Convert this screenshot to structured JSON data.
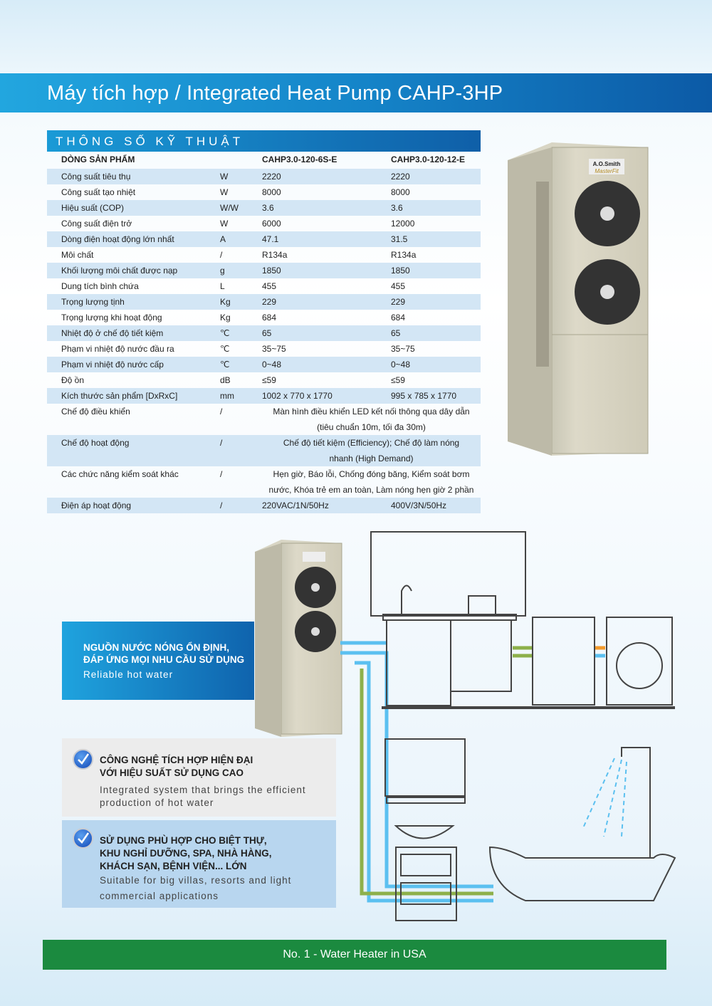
{
  "title": "Máy tích hợp / Integrated Heat Pump CAHP-3HP",
  "specs": {
    "heading": "THÔNG SỐ KỸ THUẬT",
    "header": {
      "label": "DÒNG SẢN PHẨM",
      "unit": "",
      "m1": "CAHP3.0-120-6S-E",
      "m2": "CAHP3.0-120-12-E"
    },
    "rows": [
      {
        "label": "Công suất tiêu thụ",
        "unit": "W",
        "m1": "2220",
        "m2": "2220"
      },
      {
        "label": "Công suất tạo nhiệt",
        "unit": "W",
        "m1": "8000",
        "m2": "8000"
      },
      {
        "label": "Hiệu suất (COP)",
        "unit": "W/W",
        "m1": "3.6",
        "m2": "3.6"
      },
      {
        "label": "Công suất điện trở",
        "unit": "W",
        "m1": "6000",
        "m2": "12000"
      },
      {
        "label": "Dòng điện hoạt động lớn nhất",
        "unit": "A",
        "m1": "47.1",
        "m2": "31.5"
      },
      {
        "label": "Môi chất",
        "unit": "/",
        "m1": "R134a",
        "m2": "R134a"
      },
      {
        "label": "Khối lượng môi chất được nạp",
        "unit": "g",
        "m1": "1850",
        "m2": "1850"
      },
      {
        "label": "Dung tích bình chứa",
        "unit": "L",
        "m1": "455",
        "m2": "455"
      },
      {
        "label": "Trọng lượng tịnh",
        "unit": "Kg",
        "m1": "229",
        "m2": "229"
      },
      {
        "label": "Trọng lượng khi hoạt động",
        "unit": "Kg",
        "m1": "684",
        "m2": "684"
      },
      {
        "label": "Nhiệt độ ở chế độ tiết kiệm",
        "unit": "℃",
        "m1": "65",
        "m2": "65"
      },
      {
        "label": "Phạm vi nhiệt độ nước đầu ra",
        "unit": "℃",
        "m1": "35~75",
        "m2": "35~75"
      },
      {
        "label": "Phạm vi nhiệt độ nước cấp",
        "unit": "℃",
        "m1": "0~48",
        "m2": "0~48"
      },
      {
        "label": "Độ ồn",
        "unit": "dB",
        "m1": "≤59",
        "m2": "≤59"
      },
      {
        "label": "Kích thước sản phẩm [DxRxC]",
        "unit": "mm",
        "m1": "1002 x 770 x 1770",
        "m2": "995 x 785 x 1770"
      }
    ],
    "wide_rows": [
      {
        "label": "Chế độ điều khiển",
        "unit": "/",
        "line1": "Màn hình điều khiển LED kết nối thông qua dây dẫn",
        "line2": "(tiêu chuẩn 10m, tối đa 30m)"
      },
      {
        "label": "Chế độ hoạt động",
        "unit": "/",
        "line1": "Chế độ tiết kiệm (Efficiency);   Chế độ làm nóng",
        "line2": "nhanh (High Demand)"
      },
      {
        "label": "Các chức năng kiểm soát khác",
        "unit": "/",
        "line1": "Hẹn giờ, Báo lỗi,  Chống đóng băng, Kiểm soát bơm",
        "line2": "nước, Khóa trẻ em an toàn, Làm nóng hẹn giờ 2 phần"
      }
    ],
    "last_row": {
      "label": "Điện áp hoạt động",
      "unit": "/",
      "m1": "220VAC/1N/50Hz",
      "m2": "400V/3N/50Hz"
    }
  },
  "product_logo": {
    "brand": "A.O.Smith",
    "model": "MasterFit"
  },
  "features": [
    {
      "title1": "NGUỒN NƯỚC NÓNG ỔN ĐỊNH,",
      "title2": "ĐÁP ỨNG MỌI NHU CẦU SỬ DỤNG",
      "english": "Reliable hot water"
    },
    {
      "title1": "CÔNG NGHỆ TÍCH HỢP HIỆN ĐẠI",
      "title2": "VỚI HIỆU SUẤT SỬ DỤNG CAO",
      "english1": "Integrated system that brings the efficient",
      "english2": "production of hot water"
    },
    {
      "title1": "SỬ DỤNG PHÙ HỢP CHO BIỆT THỰ,",
      "title2": "KHU NGHỈ DƯỠNG, SPA, NHÀ HÀNG,",
      "title3": "KHÁCH SẠN, BỆNH VIỆN... LỚN",
      "english1": "Suitable for big villas, resorts and light",
      "english2": "commercial applications"
    }
  ],
  "footer": "No. 1 - Water Heater in USA",
  "colors": {
    "title_blue": "#1585c9",
    "row_shade": "#d3e6f5",
    "footer_green": "#1b8a3f",
    "pipe_blue": "#5bc0f0",
    "pipe_green": "#8db04a"
  }
}
